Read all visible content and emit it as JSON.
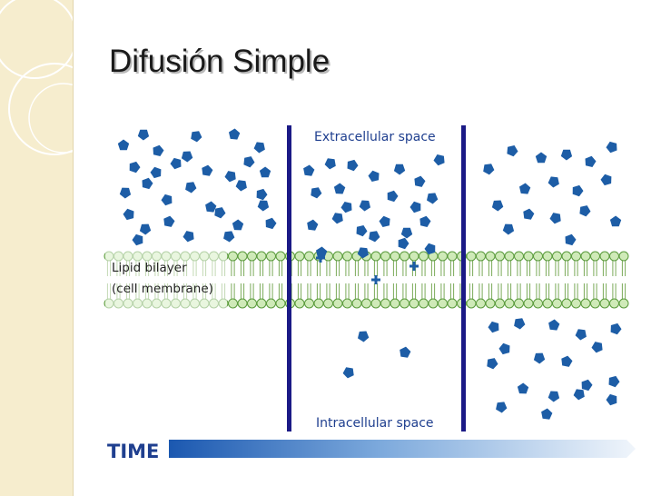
{
  "slide": {
    "title": "Difusión Simple"
  },
  "diagram": {
    "top_label": "Extracellular space",
    "bottom_label": "Intracellular space",
    "membrane_label_line1": "Lipid bilayer",
    "membrane_label_line2": "(cell membrane)",
    "time_label": "TIME",
    "colors": {
      "molecule": "#1d5da6",
      "divider": "#1b1a86",
      "lipid_head": "#cfeab8",
      "lipid_head_stroke": "#5a9a3c",
      "text_label": "#1f3f8f",
      "sidebar": "#f6edce"
    }
  }
}
